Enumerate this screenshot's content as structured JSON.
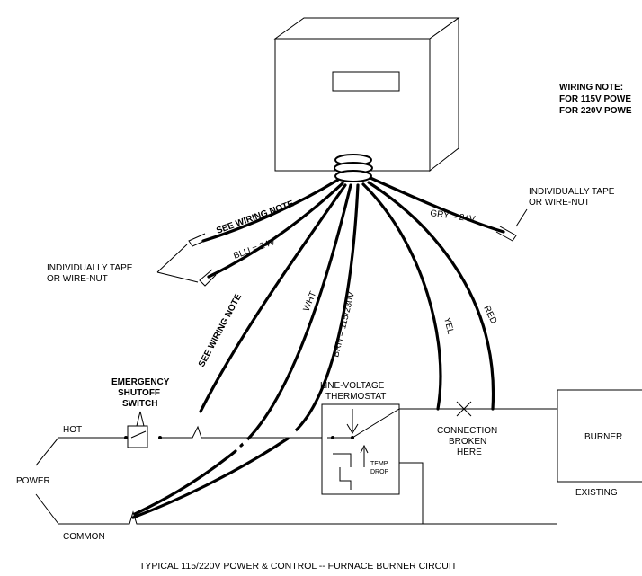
{
  "wiring_note": {
    "title": "WIRING NOTE:",
    "line_115": "FOR 115V POWE",
    "line_220": "FOR 220V POWE"
  },
  "labels": {
    "tape_right_1": "INDIVIDUALLY TAPE",
    "tape_right_2": "OR WIRE-NUT",
    "tape_left_1": "INDIVIDUALLY TAPE",
    "tape_left_2": "OR WIRE-NUT",
    "gry": "GRY = 24V",
    "blu": "BLU = 24V",
    "see_note_1": "SEE WIRING NOTE",
    "see_note_2": "SEE WIRING NOTE",
    "wht": "WHT",
    "brn": "BRN = 115/230V",
    "yel": "YEL",
    "red": "RED",
    "emergency_1": "EMERGENCY",
    "emergency_2": "SHUTOFF",
    "emergency_3": "SWITCH",
    "hot": "HOT",
    "power": "POWER",
    "common": "COMMON",
    "thermostat_1": "LINE-VOLTAGE",
    "thermostat_2": "THERMOSTAT",
    "temp": "TEMP.",
    "drop": "DROP",
    "connection_1": "CONNECTION",
    "connection_2": "BROKEN",
    "connection_3": "HERE",
    "burner": "BURNER",
    "existing": "EXISTING"
  },
  "caption": "TYPICAL 115/220V POWER & CONTROL -- FURNACE BURNER CIRCUIT"
}
